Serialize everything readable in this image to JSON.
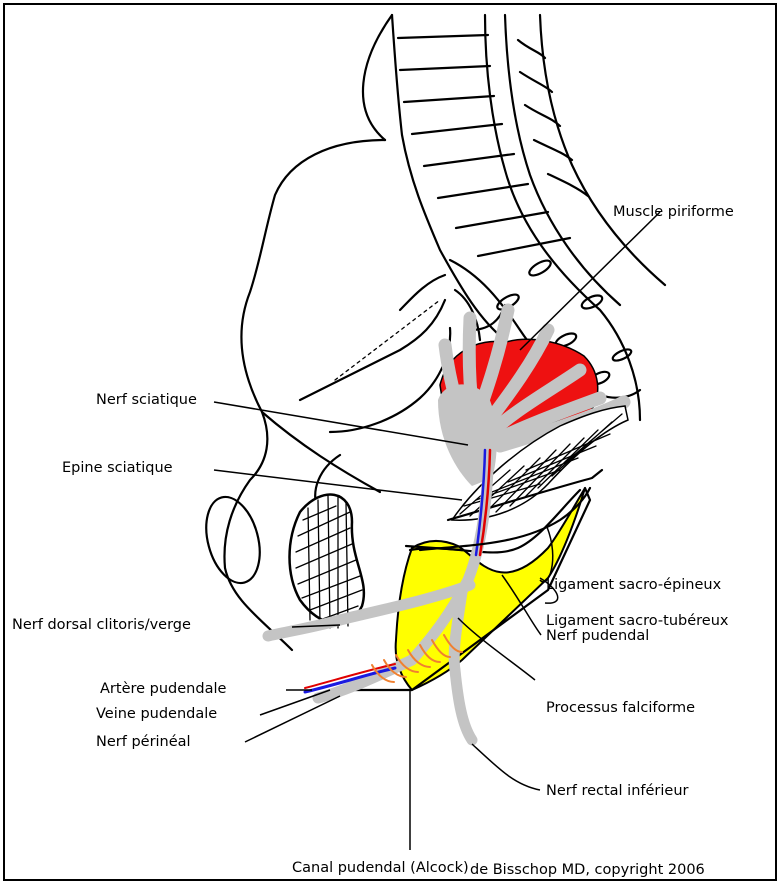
{
  "labels": {
    "muscle_piriforme": "Muscle piriforme",
    "nerf_sciatique": "Nerf sciatique",
    "epine_sciatique": "Epine sciatique",
    "ligament_sacro_epineux": "Ligament sacro-épineux",
    "ligament_sacro_tubereux": "Ligament sacro-tubéreux",
    "nerf_dorsal": "Nerf dorsal clitoris/verge",
    "nerf_pudendal": "Nerf pudendal",
    "artere_pudendale": "Artère pudendale",
    "veine_pudendale": "Veine pudendale",
    "processus_falciforme": "Processus falciforme",
    "nerf_perineal": "Nerf périnéal",
    "nerf_rectal_inferieur": "Nerf rectal inférieur",
    "canal_pudendal": "Canal pudendal (Alcock)"
  },
  "credit": "de Bisschop MD, copyright 2006",
  "colors": {
    "nerve": "#c4c4c4",
    "muscle": "#ee1111",
    "canal": "#ffff00",
    "artery": "#e00000",
    "vein": "#1a1ae0",
    "vessel_loops": "#f08030"
  }
}
